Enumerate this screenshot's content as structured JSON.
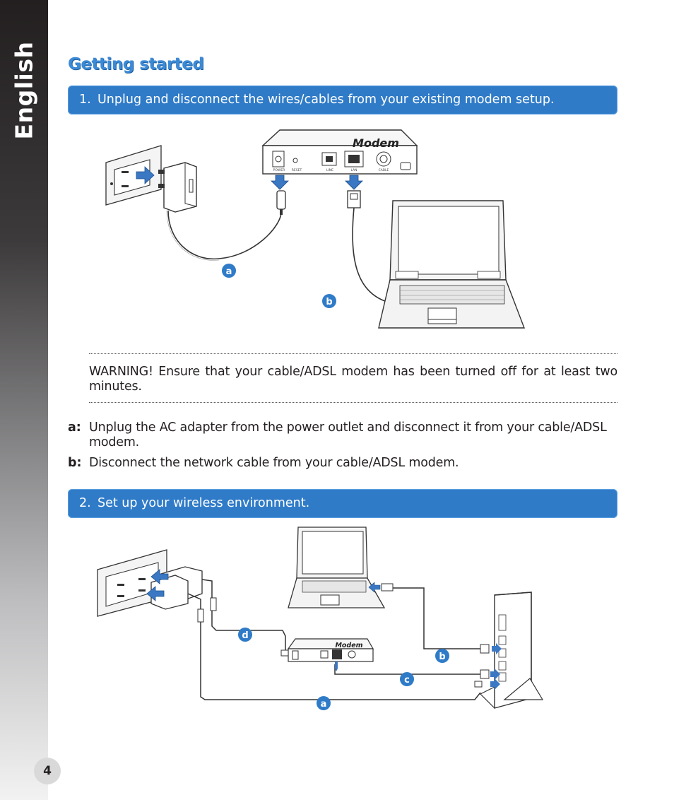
{
  "sidebar": {
    "language": "English"
  },
  "page": {
    "number": "4"
  },
  "section": {
    "title": "Getting started"
  },
  "steps": [
    {
      "num": "1.",
      "text": "Unplug and disconnect the wires/cables from your existing modem setup."
    },
    {
      "num": "2.",
      "text": "Set up your wireless environment."
    }
  ],
  "warning": "WARNING!  Ensure that your cable/ADSL modem has been turned off for at least two minutes.",
  "definitions": [
    {
      "key": "a:",
      "text": "Unplug the AC adapter from the power outlet and disconnect it from your cable/ADSL modem."
    },
    {
      "key": "b:",
      "text": "Disconnect the network cable from your cable/ADSL modem."
    }
  ],
  "diagram1": {
    "modem_label": "Modem",
    "port_labels": [
      "POWER",
      "RESET",
      "LINE",
      "LAN",
      "CABLE"
    ],
    "callouts": [
      "a",
      "b"
    ]
  },
  "diagram2": {
    "modem_label": "Modem",
    "callouts": [
      "a",
      "b",
      "c",
      "d"
    ]
  },
  "colors": {
    "accent_blue": "#2f7bc8",
    "heading_blue": "#3c8ad6",
    "arrow_blue": "#3a78c4"
  }
}
